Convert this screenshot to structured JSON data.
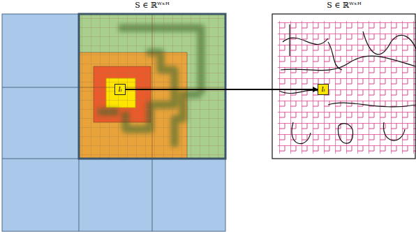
{
  "diagram": {
    "nodes": [
      {
        "text": [
          "lᵢ"
        ]
      },
      {
        "text": [
          "lᵢ"
        ]
      }
    ],
    "edges": [
      {
        "from": 0,
        "to": 1,
        "arrow": "to"
      }
    ],
    "labels": [
      "S ∈ ℝᵂˣᴴ",
      "S ∈ ℝᵂˣᴴ"
    ]
  }
}
